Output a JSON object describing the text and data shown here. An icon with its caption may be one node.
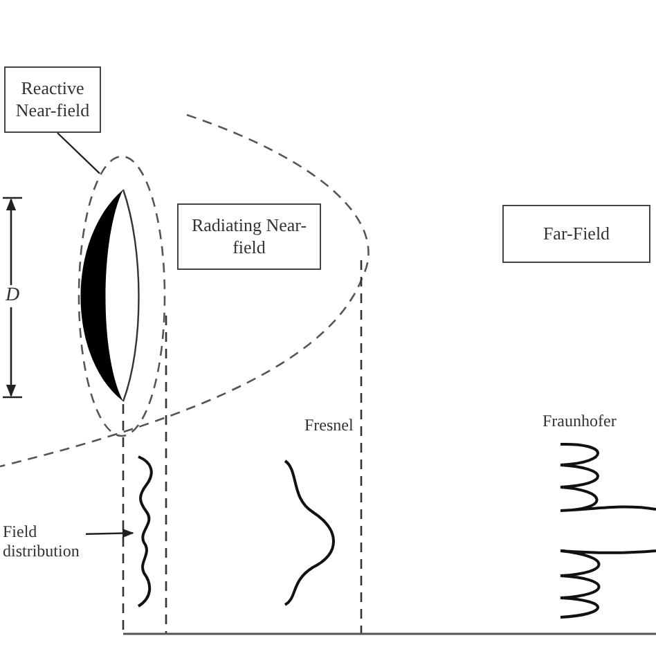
{
  "diagram": {
    "nodes": [
      {
        "text": [
          "Reactive Near-field"
        ]
      },
      {
        "text": [],
        "shape": "ellipse"
      },
      {
        "text": [
          "Radiating Near-field"
        ]
      },
      {
        "text": [
          "Far-Field"
        ]
      },
      {
        "text": [
          "Field distribution"
        ]
      },
      {
        "text": [],
        "shape": "curve"
      }
    ],
    "edges": [
      {
        "from": 0,
        "to": 1,
        "arrow": "none"
      },
      {
        "from": 4,
        "to": 5,
        "arrow": "to"
      }
    ],
    "labels": [
      "D",
      "Fresnel",
      "Fraunhofer"
    ]
  }
}
